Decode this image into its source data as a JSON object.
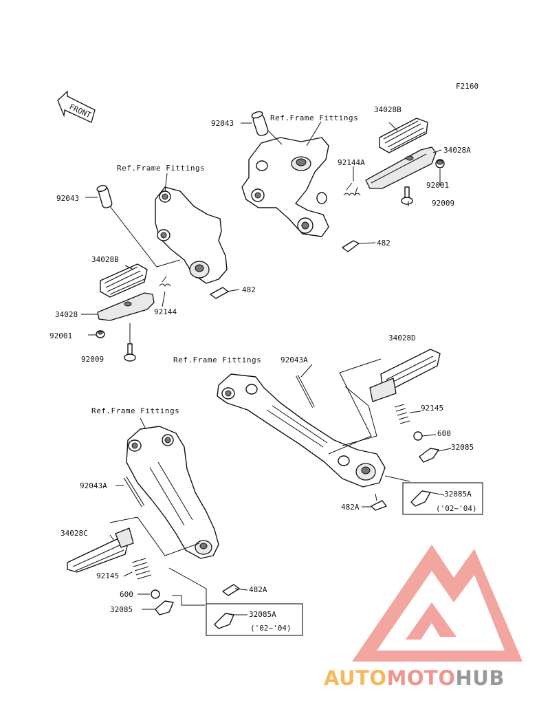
{
  "diagram_code": "F2160",
  "front_arrow": "FRONT",
  "watermark": {
    "text_auto": "AUTO",
    "text_moto": "MOTO",
    "text_hub": "HUB",
    "colors": {
      "auto": "#f2b24a",
      "moto": "#ee8a82",
      "hub": "#8f8f8f",
      "triangle": "#f08a84"
    }
  },
  "labels": {
    "ref_top": "Ref.Frame Fittings",
    "ref_left": "Ref.Frame Fittings",
    "ref_mid": "Ref.Frame Fittings",
    "ref_bottom": "Ref.Frame Fittings",
    "p92043_top": "92043",
    "p34028B_top": "34028B",
    "p34028A": "34028A",
    "p92144A": "92144A",
    "p92001_top": "92001",
    "p92009_top": "92009",
    "p482_top": "482",
    "p92043_left": "92043",
    "p34028B_left": "34028B",
    "p34028": "34028",
    "p92144": "92144",
    "p482_left": "482",
    "p92001_left": "92001",
    "p92009_left": "92009",
    "p34028D": "34028D",
    "p92043A_mid": "92043A",
    "p92145_right": "92145",
    "p600_right": "600",
    "p32085_right": "32085",
    "p32085A_right": "32085A",
    "years_right": "('02~'04)",
    "p482A_mid": "482A",
    "p92043A_bottom": "92043A",
    "p34028C": "34028C",
    "p92145_bottom": "92145",
    "p600_bottom": "600",
    "p32085_bottom": "32085",
    "p482A_bottom": "482A",
    "p32085A_bottom": "32085A",
    "years_bottom": "('02~'04)"
  }
}
